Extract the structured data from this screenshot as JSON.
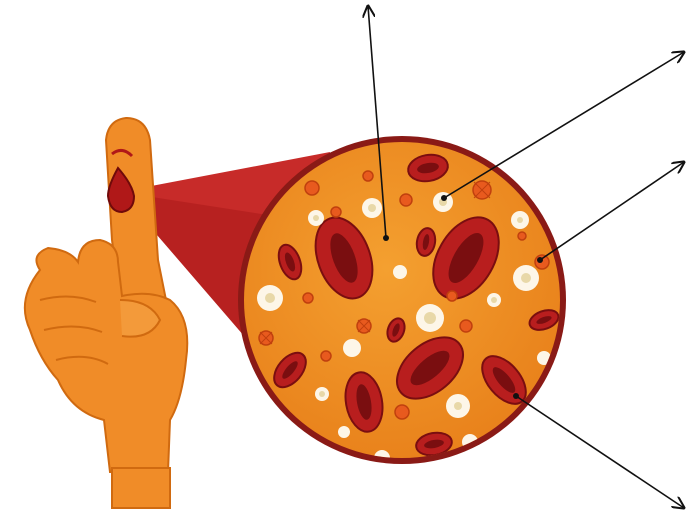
{
  "diagram": {
    "subject": "blood-drop-magnified",
    "colors": {
      "plasma": "#f0901e",
      "plasma_rim": "#a8281e",
      "skin": "#f08c28",
      "skin_shadow": "#d86e14",
      "red_cell": "#b81e1e",
      "red_cell_center": "#7a0e10",
      "white_cell": "#fdf6e8",
      "white_cell_core": "#e8d8a8",
      "platelet": "#e85a1e",
      "magnifier_beam": "#c81e1e",
      "pointer": "#111111"
    },
    "callouts": [
      {
        "target": "plasma",
        "label": ""
      },
      {
        "target": "white-blood-cell",
        "label": ""
      },
      {
        "target": "platelet",
        "label": ""
      },
      {
        "target": "red-blood-cell",
        "label": ""
      }
    ]
  }
}
